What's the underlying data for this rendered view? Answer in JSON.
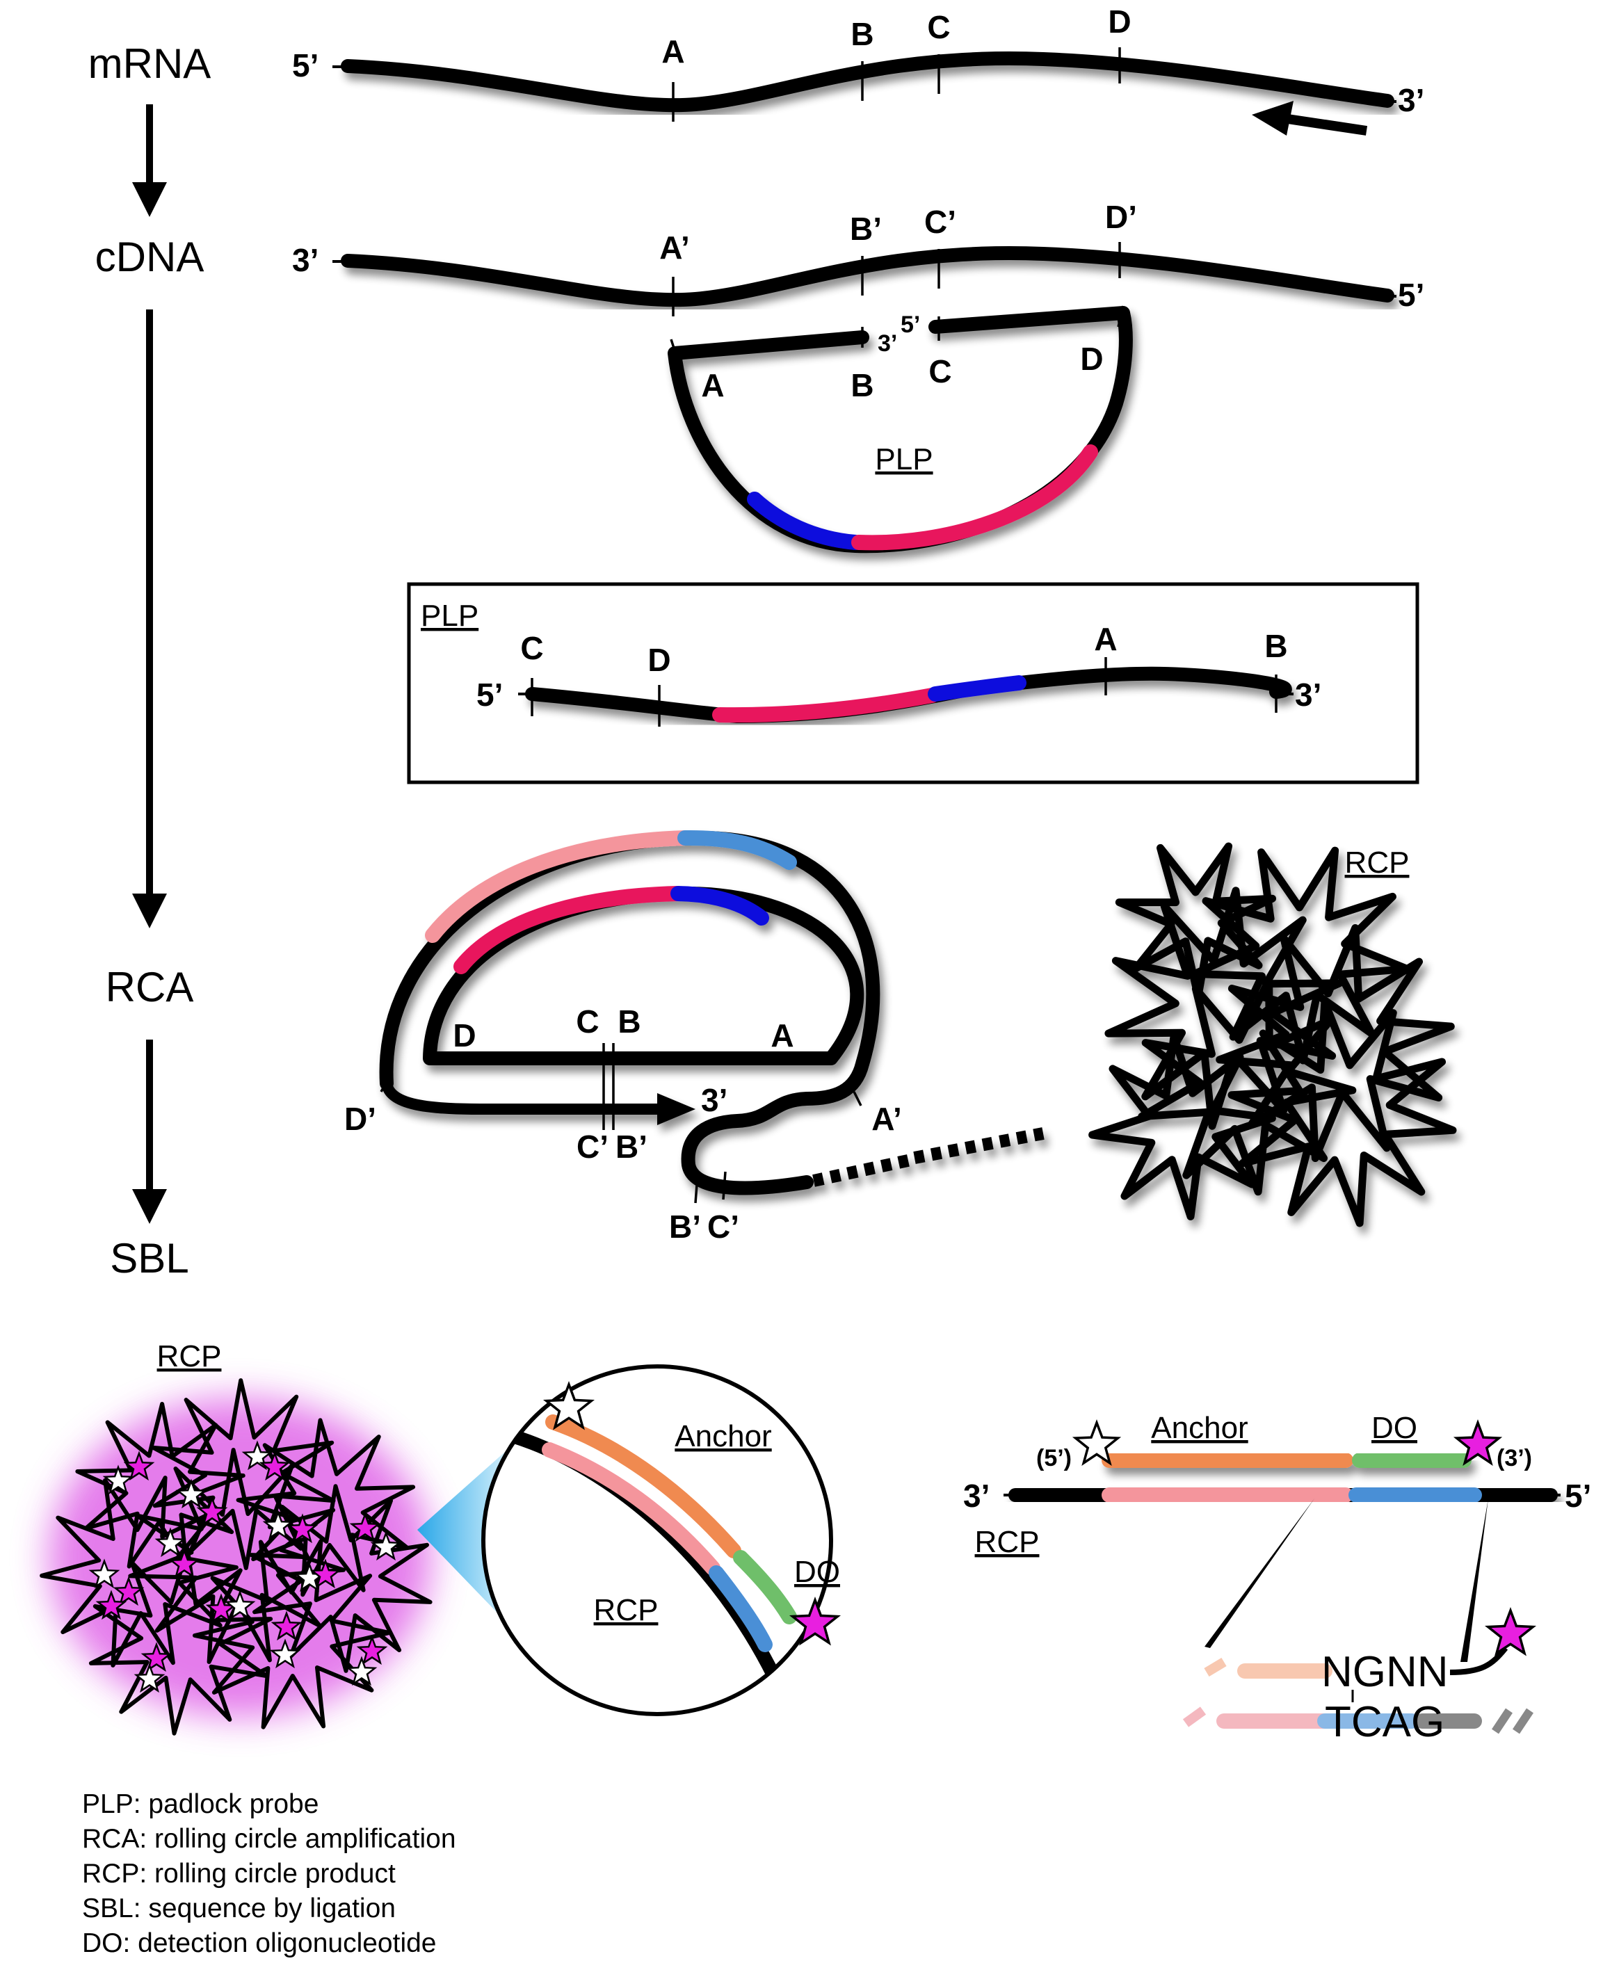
{
  "steps": [
    "mRNA",
    "cDNA",
    "RCA",
    "SBL"
  ],
  "ends": {
    "five": "5’",
    "three": "3’",
    "five_paren": "(5’)",
    "three_paren": "(3’)"
  },
  "sites": {
    "A": "A",
    "B": "B",
    "C": "C",
    "D": "D",
    "A_prime": "A’",
    "B_prime": "B’",
    "C_prime": "C’",
    "D_prime": "D’"
  },
  "labels": {
    "plp": "PLP",
    "rcp": "RCP",
    "anchor": "Anchor",
    "do": "DO"
  },
  "sequences": {
    "do_bases": "NGNN",
    "rcp_bases": "TCAG"
  },
  "legend": [
    "PLP: padlock probe",
    "RCA: rolling circle amplification",
    "RCP: rolling circle product",
    "SBL: sequence by ligation",
    "DO: detection oligonucleotide"
  ],
  "colors": {
    "strand": "#000000",
    "plp_red": "#e8175d",
    "plp_blue": "#1111dd",
    "rca_pink": "#f4959c",
    "rca_lightblue": "#4a8fd6",
    "anchor_orange": "#f08a50",
    "do_green": "#6fbf6a",
    "star_magenta": "#e81fe0",
    "glow_magenta": "#e066e8",
    "zoom_cyan": "#7fd3f5"
  },
  "icons": [
    "white-star-icon",
    "magenta-star-icon",
    "arrow-icon",
    "zoom-cone-icon"
  ]
}
